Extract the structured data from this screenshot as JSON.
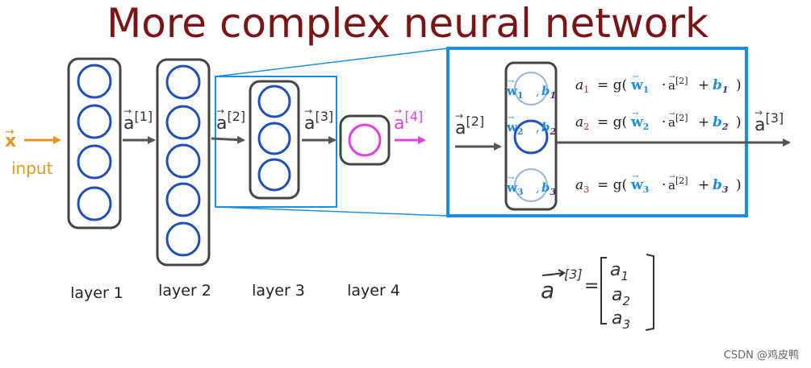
{
  "title": "More complex neural network",
  "input": {
    "symbol": "x",
    "label": "input"
  },
  "activations": {
    "a1": {
      "base": "a",
      "sup": "[1]"
    },
    "a2": {
      "base": "a",
      "sup": "[2]"
    },
    "a3": {
      "base": "a",
      "sup": "[3]"
    },
    "a4": {
      "base": "a",
      "sup": "[4]"
    }
  },
  "layers": [
    {
      "label": "layer 1",
      "neurons": 4
    },
    {
      "label": "layer 2",
      "neurons": 5
    },
    {
      "label": "layer 3",
      "neurons": 3
    },
    {
      "label": "layer 4",
      "neurons": 1
    }
  ],
  "zoom": {
    "input": {
      "base": "a",
      "sup": "[2]"
    },
    "output": {
      "base": "a",
      "sup": "[3]"
    },
    "params": [
      {
        "w": "w",
        "w_sub": "1",
        "b": "b",
        "b_sub": "1"
      },
      {
        "w": "w",
        "w_sub": "2",
        "b": "b",
        "b_sub": "2"
      },
      {
        "w": "w",
        "w_sub": "3",
        "b": "b",
        "b_sub": "3"
      }
    ],
    "equations": [
      {
        "a": "a",
        "a_sub": "1",
        "eq": "= g(",
        "w": "w",
        "w_sub": "1",
        "dot": "·",
        "in": "a",
        "in_sup": "[2]",
        "plus": "+",
        "b": "b",
        "b_sub": "1",
        "close": ")"
      },
      {
        "a": "a",
        "a_sub": "2",
        "eq": "= g(",
        "w": "w",
        "w_sub": "2",
        "dot": "·",
        "in": "a",
        "in_sup": "[2]",
        "plus": "+",
        "b": "b",
        "b_sub": "2",
        "close": ")"
      },
      {
        "a": "a",
        "a_sub": "3",
        "eq": "= g(",
        "w": "w",
        "w_sub": "3",
        "dot": "·",
        "in": "a",
        "in_sup": "[2]",
        "plus": "+",
        "b": "b",
        "b_sub": "3",
        "close": ")"
      }
    ]
  },
  "handwritten": {
    "lhs": "a",
    "lhs_sup": "[3]",
    "eq": "=",
    "entries": [
      {
        "base": "a",
        "sub": "1"
      },
      {
        "base": "a",
        "sub": "2"
      },
      {
        "base": "a",
        "sub": "3"
      }
    ]
  },
  "watermark": "CSDN @鸡皮鸭",
  "colors": {
    "title": "#7b1416",
    "neuron": "#1f4fb8",
    "box": "#444444",
    "arrow": "#555555",
    "input": "#e8961a",
    "output": "#e040e0",
    "zoom": "#1a8fe0",
    "w": "#1a8fe0",
    "b": "#4a2a8a",
    "eq_sub": "#b02020"
  }
}
